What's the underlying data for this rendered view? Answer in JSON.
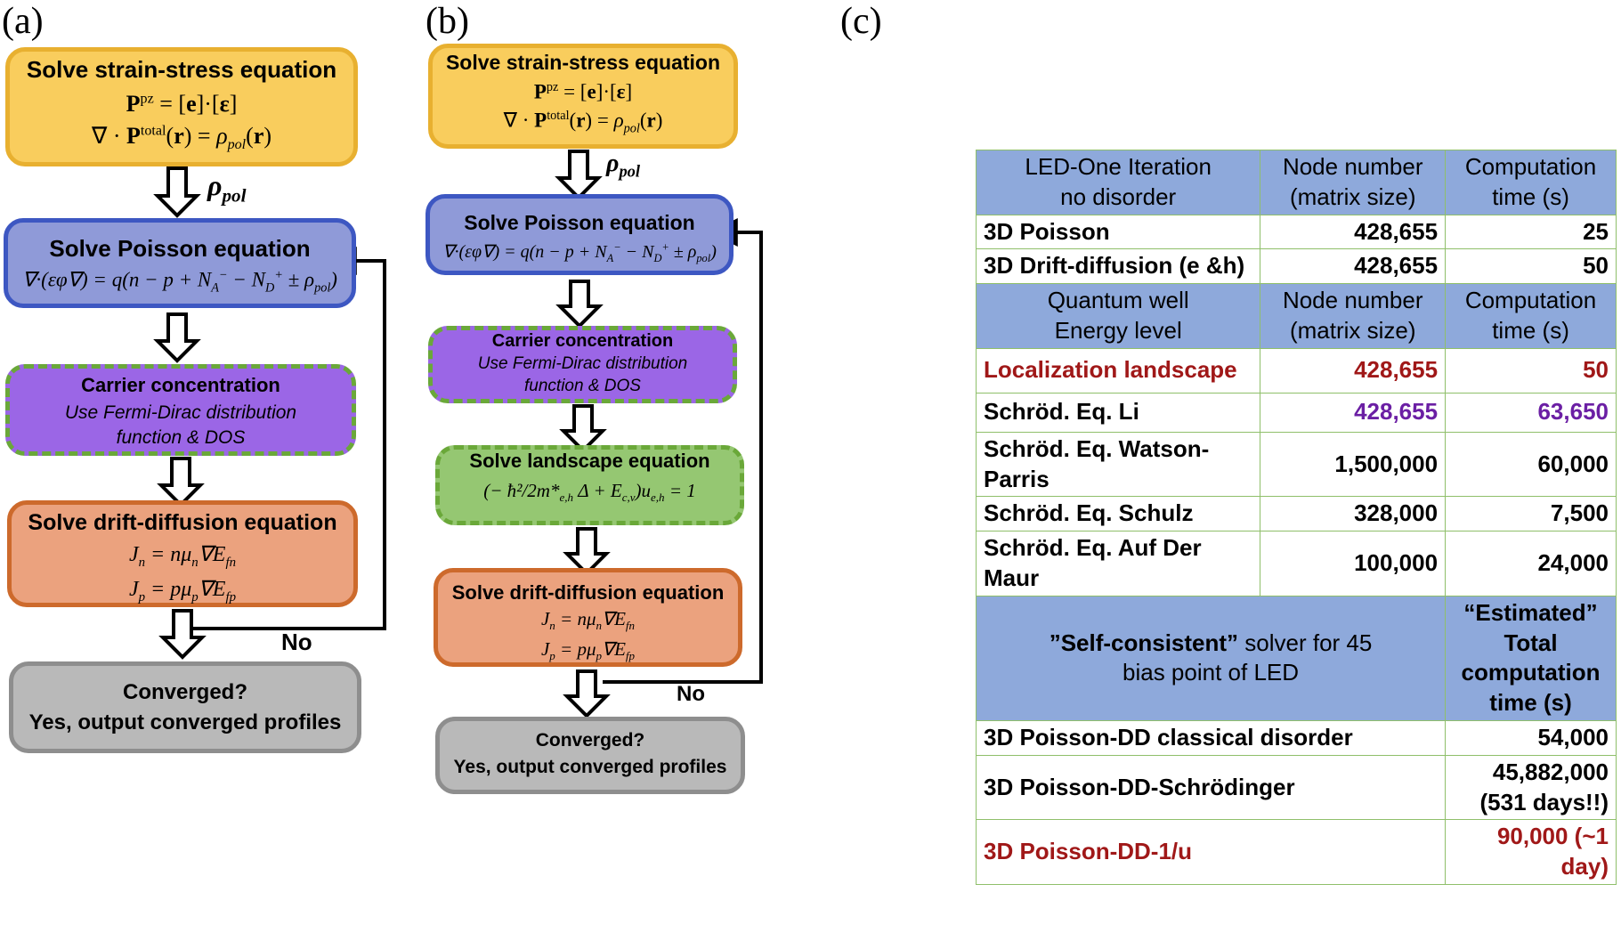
{
  "labels": {
    "a": "(a)",
    "b": "(b)",
    "c": "(c)"
  },
  "panel_a": {
    "strain_title": "Solve strain-stress equation",
    "poisson_title": "Solve Poisson equation",
    "carrier_title": "Carrier concentration",
    "carrier_line1": "Use Fermi-Dirac distribution",
    "carrier_line2": "function & DOS",
    "dd_title": "Solve drift-diffusion equation",
    "converged_q": "Converged?",
    "converged_out": "Yes, output converged profiles",
    "no": "No"
  },
  "panel_b": {
    "strain_title": "Solve strain-stress equation",
    "poisson_title": "Solve Poisson equation",
    "carrier_title": "Carrier concentration",
    "carrier_line1": "Use Fermi-Dirac distribution",
    "carrier_line2": "function & DOS",
    "landscape_title": "Solve landscape equation",
    "dd_title": "Solve drift-diffusion equation",
    "converged_q": "Converged?",
    "converged_out": "Yes, output converged profiles",
    "no": "No"
  },
  "table": {
    "section1": {
      "h1": "LED-One Iteration",
      "h1b": "no disorder",
      "h2": "Node number",
      "h2b": "(matrix size)",
      "h3": "Computation",
      "h3b": "time (s)",
      "rows": [
        {
          "name": "3D Poisson",
          "nodes": "428,655",
          "time": "25"
        },
        {
          "name": "3D Drift-diffusion (e &h)",
          "nodes": "428,655",
          "time": "50"
        }
      ]
    },
    "section2": {
      "h1": "Quantum well",
      "h1b": "Energy level",
      "h2": "Node number",
      "h2b": "(matrix size)",
      "h3": "Computation",
      "h3b": "time (s)",
      "rows": [
        {
          "name": "Localization landscape",
          "nodes": "428,655",
          "time": "50"
        },
        {
          "name": "Schröd. Eq. Li",
          "nodes": "428,655",
          "time": "63,650"
        },
        {
          "name": "Schröd. Eq. Watson-Parris",
          "nodes": "1,500,000",
          "time": "60,000"
        },
        {
          "name": "Schröd. Eq. Schulz",
          "nodes": "328,000",
          "time": "7,500"
        },
        {
          "name": "Schröd. Eq. Auf Der Maur",
          "nodes": "100,000",
          "time": "24,000"
        }
      ]
    },
    "section3": {
      "h1a": "”Self-consistent”",
      "h1b": " solver for 45",
      "h1c": "bias point of LED",
      "h2a": "“Estimated”",
      "h2b": " Total",
      "h2c": "computation time (s)",
      "rows": [
        {
          "name": "3D Poisson-DD classical disorder",
          "time": "54,000"
        },
        {
          "name": "3D Poisson-DD-Schrödinger",
          "time": "45,882,000",
          "time2": "(531 days!!)"
        },
        {
          "name": "3D Poisson-DD-1/u",
          "time": "90,000 (~1 day)"
        }
      ]
    }
  },
  "colors": {
    "strain": "#f9cd5d",
    "poisson": "#8f9ad8",
    "carrier": "#9b66e6",
    "landscape": "#95c772",
    "drift_diffusion": "#eba27e",
    "converged": "#b9b9b9",
    "table_header": "#8ea9db",
    "highlight_red": "#a01818",
    "highlight_violet": "#6b1fa4"
  }
}
